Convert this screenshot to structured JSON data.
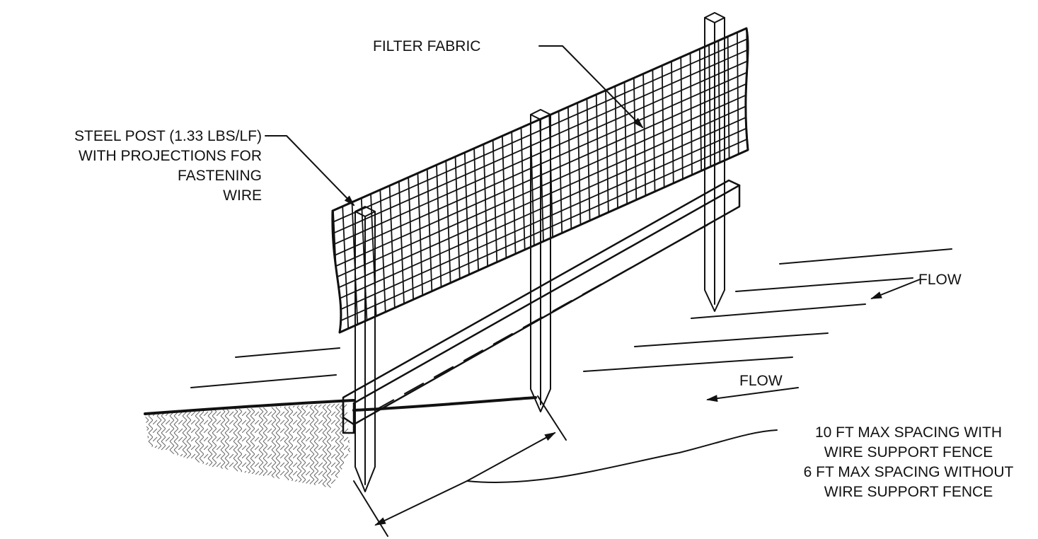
{
  "labels": {
    "filter_fabric": "FILTER FABRIC",
    "steel_post": [
      "STEEL POST (1.33 LBS/LF)",
      "WITH PROJECTIONS FOR",
      "FASTENING",
      "WIRE"
    ],
    "flow_upper": "FLOW",
    "flow_lower": "FLOW",
    "spacing_note": [
      "10 FT MAX SPACING WITH",
      "WIRE SUPPORT FENCE",
      "6 FT MAX SPACING WITHOUT",
      "WIRE SUPPORT FENCE"
    ]
  },
  "colors": {
    "ink": "#111111",
    "paper": "#ffffff"
  }
}
